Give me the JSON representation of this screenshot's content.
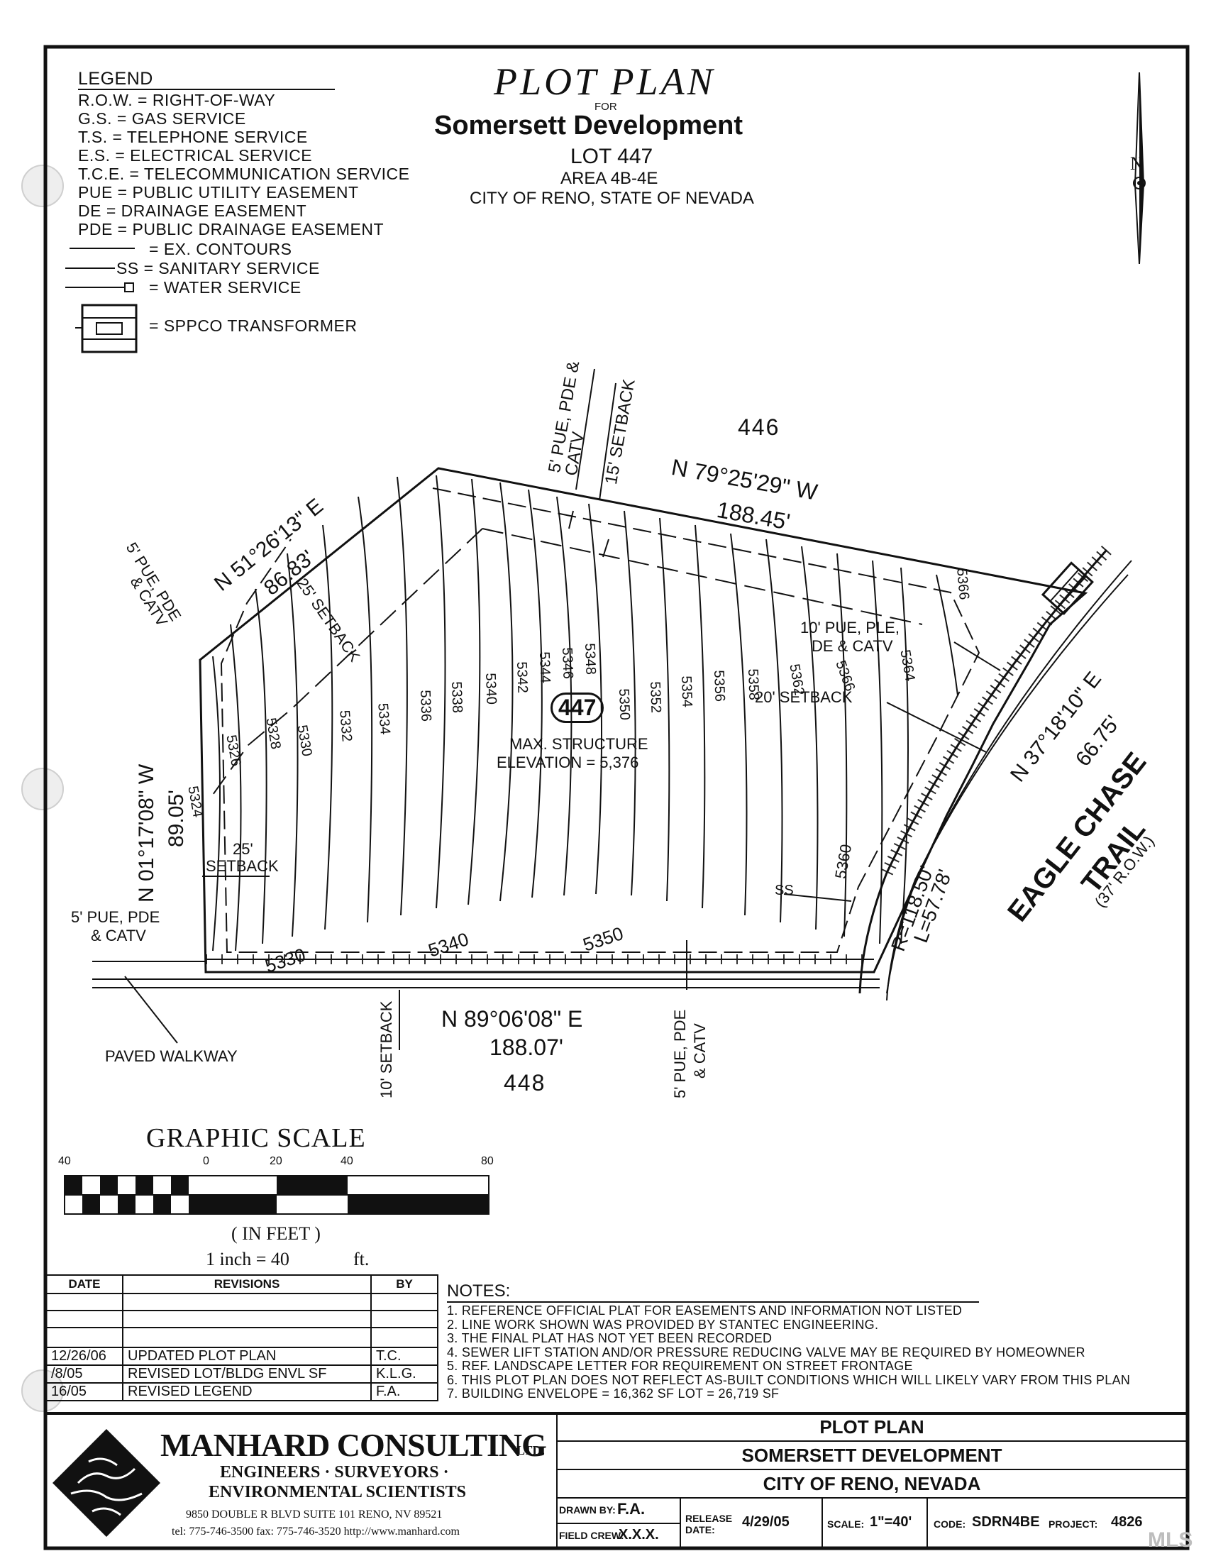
{
  "header": {
    "title": "PLOT PLAN",
    "for": "FOR",
    "client": "Somersett Development",
    "lot": "LOT 447",
    "area": "AREA 4B-4E",
    "city": "CITY OF RENO, STATE OF NEVADA"
  },
  "legend": {
    "heading": "LEGEND",
    "items": [
      "R.O.W. = RIGHT-OF-WAY",
      "G.S. = GAS SERVICE",
      "T.S. = TELEPHONE SERVICE",
      "E.S. = ELECTRICAL SERVICE",
      "T.C.E. = TELECOMMUNICATION SERVICE",
      "PUE = PUBLIC UTILITY EASEMENT",
      "DE = DRAINAGE EASEMENT",
      "PDE = PUBLIC DRAINAGE EASEMENT"
    ],
    "contours": "= EX. CONTOURS",
    "sanitary": "SS = SANITARY SERVICE",
    "water": "= WATER SERVICE",
    "transformer": "= SPPCO TRANSFORMER"
  },
  "north": "N",
  "plan": {
    "lot_number": "447",
    "max_structure": "MAX. STRUCTURE",
    "elevation": "ELEVATION = 5,376",
    "lot_north": "446",
    "lot_south": "448",
    "north_bearing": "N 79°25'29\" W",
    "north_distance": "188.45'",
    "nw_bearing": "N 51°26'13\" E",
    "nw_distance": "86.83'",
    "west_bearing": "N 01°17'08\" W",
    "west_distance": "89.05'",
    "south_bearing": "N 89°06'08\" E",
    "south_distance": "188.07'",
    "east_bearing": "N 37°18'10\" E",
    "east_distance": "66.75'",
    "curve_r": "R=118.50'",
    "curve_l": "L=57.78'",
    "street_line1": "EAGLE CHASE",
    "street_line2": "TRAIL",
    "street_row": "(37' R.O.W.)",
    "pue_north": "5' PUE, PDE & CATV",
    "setback_north": "15' SETBACK",
    "pue_nw1": "5' PUE, PDE",
    "pue_nw2": "& CATV",
    "setback_nw": "25' SETBACK",
    "pue_east1": "10' PUE, PLE,",
    "pue_east2": "DE & CATV",
    "setback_east": "20' SETBACK",
    "setback_west1": "25'",
    "setback_west2": "SETBACK",
    "pue_west1": "5' PUE, PDE",
    "pue_west2": "& CATV",
    "setback_south": "10' SETBACK",
    "pue_south1": "5' PUE, PDE",
    "pue_south2": "& CATV",
    "walkway": "PAVED WALKWAY",
    "ss": "SS",
    "contour_labels": [
      "5324",
      "5326",
      "5328",
      "5330",
      "5332",
      "5334",
      "5336",
      "5338",
      "5340",
      "5342",
      "5344",
      "5346",
      "5348",
      "5350",
      "5352",
      "5354",
      "5356",
      "5358",
      "5362",
      "5366",
      "5364",
      "5366",
      "5360",
      "5330",
      "5340",
      "5350"
    ]
  },
  "scale": {
    "title": "GRAPHIC SCALE",
    "ticks": [
      "40",
      "0",
      "20",
      "40",
      "80"
    ],
    "units": "( IN FEET )",
    "ratio_left": "1 inch = 40",
    "ratio_right": "ft."
  },
  "revisions": {
    "headers": [
      "DATE",
      "REVISIONS",
      "BY"
    ],
    "rows": [
      {
        "date": "",
        "rev": "",
        "by": ""
      },
      {
        "date": "",
        "rev": "",
        "by": ""
      },
      {
        "date": "",
        "rev": "",
        "by": ""
      },
      {
        "date": "12/26/06",
        "rev": "UPDATED PLOT PLAN",
        "by": "T.C."
      },
      {
        "date": "/8/05",
        "rev": "REVISED LOT/BLDG ENVL SF",
        "by": "K.L.G."
      },
      {
        "date": "16/05",
        "rev": "REVISED LEGEND",
        "by": "F.A."
      }
    ]
  },
  "notes": {
    "heading": "NOTES:",
    "items": [
      "1. REFERENCE OFFICIAL PLAT FOR EASEMENTS AND INFORMATION NOT LISTED",
      "2. LINE WORK SHOWN WAS PROVIDED BY STANTEC ENGINEERING.",
      "3. THE FINAL PLAT HAS NOT YET BEEN RECORDED",
      "4. SEWER LIFT STATION AND/OR PRESSURE REDUCING VALVE MAY BE REQUIRED BY HOMEOWNER",
      "5. REF. LANDSCAPE LETTER FOR REQUIREMENT ON STREET FRONTAGE",
      "6. THIS PLOT PLAN DOES NOT REFLECT AS-BUILT CONDITIONS WHICH WILL LIKELY VARY FROM THIS PLAN",
      "7. BUILDING ENVELOPE = 16,362 SF     LOT = 26,719 SF"
    ]
  },
  "titleblock": {
    "firm": "MANHARD CONSULTING",
    "ltd": "LTD.",
    "line1": "ENGINEERS · SURVEYORS ·",
    "line2": "ENVIRONMENTAL SCIENTISTS",
    "address": "9850 DOUBLE R BLVD SUITE 101   RENO, NV 89521",
    "contact": "tel: 775-746-3500 fax: 775-746-3520 http://www.manhard.com",
    "sheet_title": "PLOT PLAN",
    "project_name": "SOMERSETT DEVELOPMENT",
    "location": "CITY OF RENO, NEVADA",
    "drawn_by_label": "DRAWN BY:",
    "drawn_by": "F.A.",
    "field_crew_label": "FIELD CREW:",
    "field_crew": "X.X.X.",
    "release_label1": "RELEASE",
    "release_label2": "DATE:",
    "release_date": "4/29/05",
    "scale_label": "SCALE:",
    "scale": "1\"=40'",
    "code_label": "CODE:",
    "code": "SDRN4BE",
    "project_label": "PROJECT:",
    "project": "4826"
  },
  "watermark": "MLS"
}
